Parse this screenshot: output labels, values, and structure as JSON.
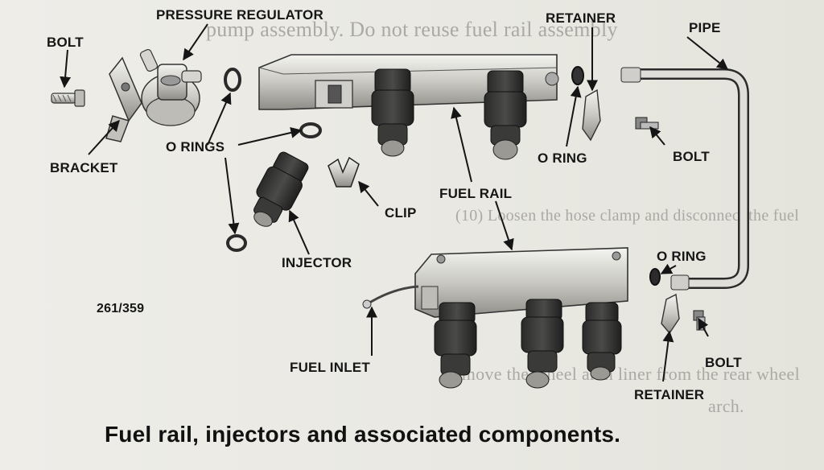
{
  "labels": {
    "bolt_top_left": "BOLT",
    "pressure_regulator": "PRESSURE REGULATOR",
    "retainer_top": "RETAINER",
    "pipe": "PIPE",
    "o_rings": "O RINGS",
    "bracket": "BRACKET",
    "o_ring_top": "O RING",
    "bolt_right": "BOLT",
    "clip": "CLIP",
    "fuel_rail": "FUEL RAIL",
    "injector": "INJECTOR",
    "o_ring_lower": "O RING",
    "figure_ref": "261/359",
    "fuel_inlet": "FUEL INLET",
    "bolt_lower_right": "BOLT",
    "retainer_bottom": "RETAINER"
  },
  "caption": "Fuel rail, injectors and associated components.",
  "bleed_through": [
    "pump assembly. Do not reuse fuel rail assembly",
    "(10) Loosen the hose clamp and disconnect the fuel",
    "remove the wheel arch liner from the rear wheel",
    "arch."
  ]
}
